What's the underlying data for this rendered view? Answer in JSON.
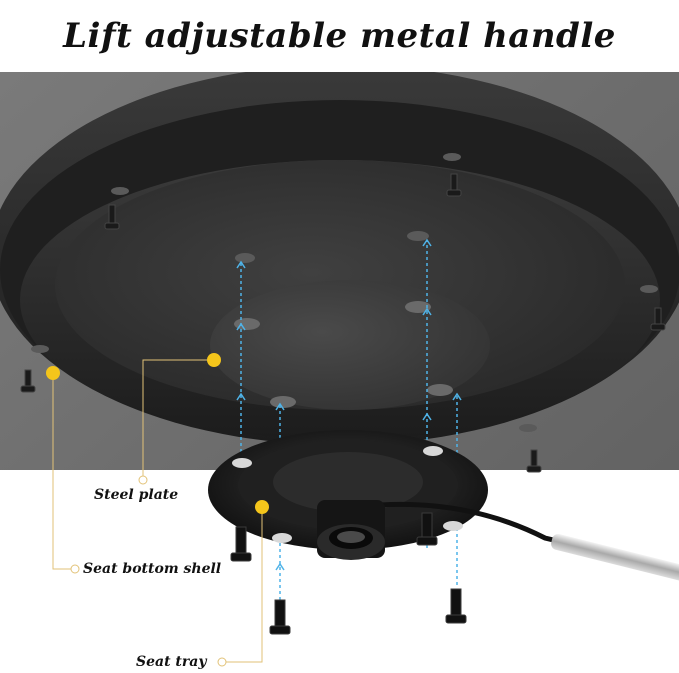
{
  "header": {
    "title": "Lift adjustable metal handle"
  },
  "callouts": {
    "steel_plate": "Steel plate",
    "seat_bottom_shell": "Seat bottom shell",
    "seat_tray": "Seat tray"
  },
  "colors": {
    "callout_dot": "#f4c51b",
    "callout_line": "#e2c277",
    "arrow": "#4fb3e8",
    "background": "#6f6f6f",
    "shell": "#2e2e2e"
  }
}
